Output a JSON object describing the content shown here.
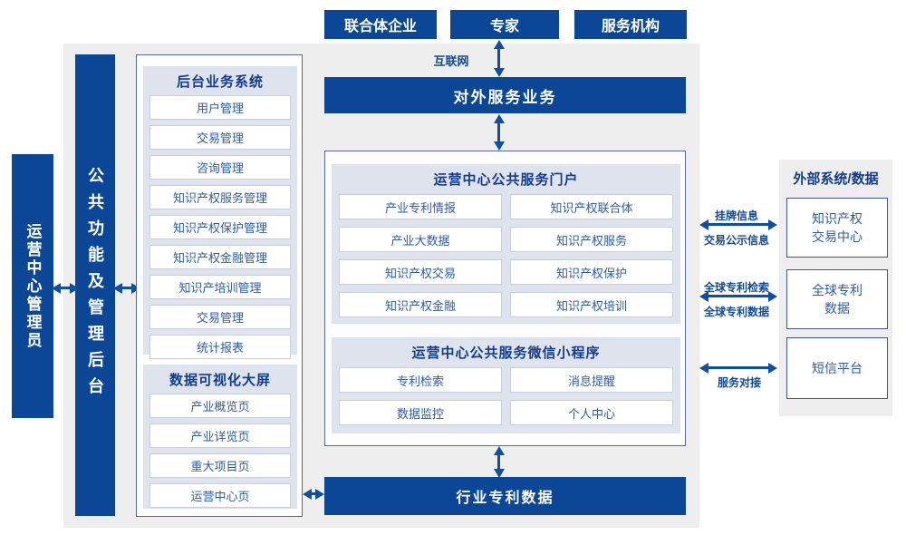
{
  "colors": {
    "primary_blue": "#0b4796",
    "arrow_blue": "#0d4fa0",
    "title_text": "#123d8c",
    "item_text": "#2e5cab",
    "sub_panel_bg": "#dfe3ee",
    "canvas_gray": "#eeeeee"
  },
  "top_actors": {
    "a": "联合体企业",
    "b": "专家",
    "c": "服务机构"
  },
  "internet": "互联网",
  "external_service_bar": "对外服务业务",
  "rails": {
    "admin": "运营中心管理员",
    "backend": "公共功能及管理后台"
  },
  "back_office": {
    "title": "后台业务系统",
    "items": [
      "用户管理",
      "交易管理",
      "咨询管理",
      "知识产权服务管理",
      "知识产权保护管理",
      "知识产权金融管理",
      "知识产培训管理",
      "交易管理",
      "统计报表"
    ]
  },
  "dashboard": {
    "title": "数据可视化大屏",
    "items": [
      "产业概览页",
      "产业详览页",
      "重大项目页",
      "运营中心页"
    ]
  },
  "portal": {
    "title": "运营中心公共服务门户",
    "items": [
      "产业专利情报",
      "知识产权联合体",
      "产业大数据",
      "知识产权服务",
      "知识产权交易",
      "知识产权保护",
      "知识产权金融",
      "知识产权培训"
    ]
  },
  "miniapp": {
    "title": "运营中心公共服务微信小程序",
    "items": [
      "专利检索",
      "消息提醒",
      "数据监控",
      "个人中心"
    ]
  },
  "industry_bar": "行业专利数据",
  "external": {
    "title": "外部系统/数据",
    "boxes": [
      "知识产权\n交易中心",
      "全球专利\n数据",
      "短信平台"
    ]
  },
  "links": {
    "listing_info": "挂牌信息",
    "trade_publicity": "交易公示信息",
    "global_search": "全球专利检索",
    "global_data": "全球专利数据",
    "service_connect": "服务对接"
  }
}
